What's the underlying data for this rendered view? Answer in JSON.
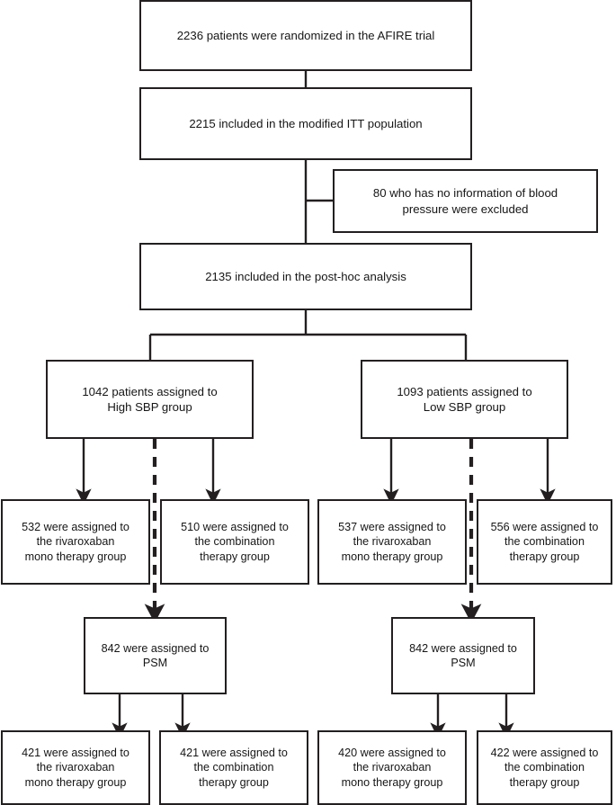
{
  "figure": {
    "type": "flowchart",
    "title": "AFIRE trial post-hoc analysis patient flow diagram",
    "colors": {
      "box_border": "#231f20",
      "text": "#161616",
      "background": "#ffffff"
    }
  },
  "nodes": {
    "randomized": {
      "label": "2236 patients were randomized in the AFIRE trial",
      "count": 2236
    },
    "mitt": {
      "label": "2215 included in the modified ITT population",
      "count": 2215
    },
    "excluded": {
      "label": "80 who has no information of blood\npressure were excluded",
      "count": 80
    },
    "posthoc": {
      "label": "2135 included in the post-hoc analysis",
      "count": 2135
    },
    "high_sbp": {
      "label": "1042 patients assigned to\nHigh SBP group",
      "count": 1042
    },
    "low_sbp": {
      "label": "1093 patients assigned to\nLow  SBP group",
      "count": 1093
    },
    "high_mono": {
      "label": "532 were assigned to\nthe rivaroxaban\nmono therapy group",
      "count": 532
    },
    "high_combo": {
      "label": "510 were assigned to\nthe combination\ntherapy group",
      "count": 510
    },
    "low_mono": {
      "label": "537 were assigned to\nthe rivaroxaban\nmono therapy group",
      "count": 537
    },
    "low_combo": {
      "label": "556 were assigned to\nthe combination\ntherapy group",
      "count": 556
    },
    "high_psm": {
      "label": "842 were assigned to\nPSM",
      "count": 842
    },
    "low_psm": {
      "label": "842 were assigned to\nPSM",
      "count": 842
    },
    "high_psm_mono": {
      "label": "421 were assigned to\nthe rivaroxaban\nmono therapy group",
      "count": 421
    },
    "high_psm_combo": {
      "label": "421 were assigned to\nthe combination\ntherapy group",
      "count": 421
    },
    "low_psm_mono": {
      "label": "420 were assigned to\nthe rivaroxaban\nmono therapy group",
      "count": 420
    },
    "low_psm_combo": {
      "label": "422 were assigned to\nthe combination\ntherapy group",
      "count": 422
    }
  }
}
